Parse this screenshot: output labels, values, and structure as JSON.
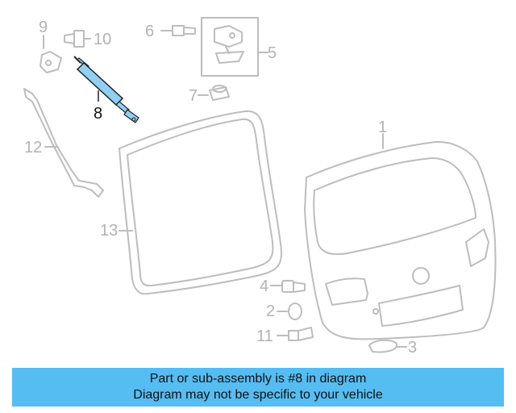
{
  "colors": {
    "highlight": "#8fd0f4",
    "outline": "#bdbdbd",
    "banner": "#55bdf2",
    "callout_active": "#111111",
    "callout": "#b3b3b3"
  },
  "callouts": {
    "c1": "1",
    "c2": "2",
    "c3": "3",
    "c4": "4",
    "c5": "5",
    "c6": "6",
    "c7": "7",
    "c8": "8",
    "c9": "9",
    "c10": "10",
    "c11": "11",
    "c12": "12",
    "c13": "13"
  },
  "banner": {
    "line1": "Part or sub-assembly is #8 in diagram",
    "line2": "Diagram may not be specific to your vehicle"
  }
}
